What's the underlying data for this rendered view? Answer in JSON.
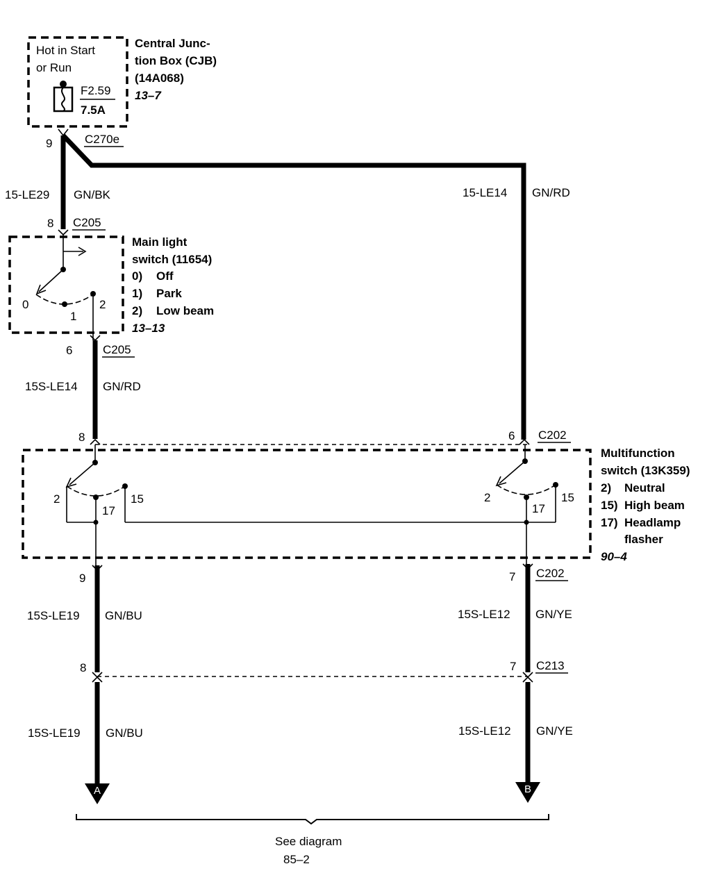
{
  "cjb": {
    "hot_line1": "Hot in Start",
    "hot_line2": "or Run",
    "fuse_id": "F2.59",
    "fuse_rating": "7.5A",
    "title1": "Central Junc-",
    "title2": "tion Box (CJB)",
    "part": "(14A068)",
    "ref": "13–7"
  },
  "connectors": {
    "c270e": "C270e",
    "c270e_pin": "9",
    "c205_top": "C205",
    "c205_top_pin": "8",
    "c205_bottom": "C205",
    "c205_bottom_pin": "6",
    "c202_left_top_pin": "8",
    "c202_right_top": "C202",
    "c202_right_top_pin": "6",
    "c202_left_bottom_pin": "9",
    "c202_right_bottom": "C202",
    "c202_right_bottom_pin": "7",
    "c213": "C213",
    "c213_left_pin": "8",
    "c213_right_pin": "7"
  },
  "wires": {
    "w1_circuit": "15-LE29",
    "w1_color": "GN/BK",
    "w2_circuit": "15-LE14",
    "w2_color": "GN/RD",
    "w3_circuit": "15S-LE14",
    "w3_color": "GN/RD",
    "w4_circuit": "15S-LE19",
    "w4_color": "GN/BU",
    "w5_circuit": "15S-LE12",
    "w5_color": "GN/YE",
    "w6_circuit": "15S-LE19",
    "w6_color": "GN/BU",
    "w7_circuit": "15S-LE12",
    "w7_color": "GN/YE"
  },
  "main_switch": {
    "title1": "Main light",
    "title2": "switch (11654)",
    "pos0_num": "0)",
    "pos0_label": "Off",
    "pos1_num": "1)",
    "pos1_label": "Park",
    "pos2_num": "2)",
    "pos2_label": "Low beam",
    "ref": "13–13",
    "t0": "0",
    "t1": "1",
    "t2": "2"
  },
  "mf_switch": {
    "title1": "Multifunction",
    "title2": "switch (13K359)",
    "pos2_num": "2)",
    "pos2_label": "Neutral",
    "pos15_num": "15)",
    "pos15_label": "High beam",
    "pos17_num": "17)",
    "pos17_label1": "Headlamp",
    "pos17_label2": "flasher",
    "ref": "90–4",
    "l2": "2",
    "l15": "15",
    "l17": "17",
    "r2": "2",
    "r15": "15",
    "r17": "17"
  },
  "arrows": {
    "a": "A",
    "b": "B"
  },
  "footer": {
    "line1": "See diagram",
    "line2": "85–2"
  }
}
